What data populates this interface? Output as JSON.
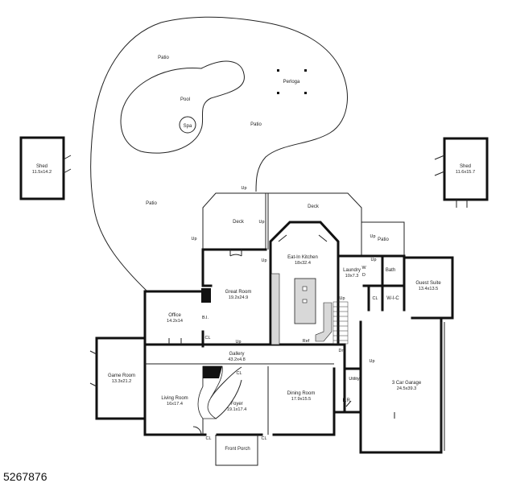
{
  "rooms": {
    "patio_top": "Patio",
    "pool": "Pool",
    "spa": "Spa",
    "pergola": "Perlogа",
    "patio_mid": "Patio",
    "patio_left": "Patio",
    "shed_left": {
      "name": "Shed",
      "dim": "11.5x14.2"
    },
    "shed_right": {
      "name": "Shed",
      "dim": "11.6x15.7"
    },
    "deck_left": "Deck",
    "deck_right": "Deck",
    "patio_right": "Patio",
    "kitchen": {
      "name": "Eat-In Kitchen",
      "dim": "18x32.4"
    },
    "laundry": {
      "name": "Laundry",
      "dim": "10x7.3"
    },
    "bath": "Bath",
    "guest_suite": {
      "name": "Guest Suite",
      "dim": "13.4x13.5"
    },
    "great_room": {
      "name": "Great Room",
      "dim": "19.2x24.9"
    },
    "office": {
      "name": "Office",
      "dim": "14.2x14"
    },
    "gallery": {
      "name": "Gallery",
      "dim": "43.2x4.8"
    },
    "game_room": {
      "name": "Game Room",
      "dim": "13.3x21.2"
    },
    "living_room": {
      "name": "Living Room",
      "dim": "16x17.4"
    },
    "foyer": {
      "name": "Foyer",
      "dim": "19.1x17.4"
    },
    "dining_room": {
      "name": "Dining Room",
      "dim": "17.9x15.5"
    },
    "garage": {
      "name": "3 Car Garage",
      "dim": "24.5x39.3"
    },
    "front_porch": "Front Porch",
    "wic": "W-I-C",
    "pr": "P.R.",
    "utility": "Utility"
  },
  "tags": {
    "up": "Up",
    "dn": "Dn",
    "cl": "CL",
    "ref": "Ref",
    "w": "W",
    "d": "D",
    "bi": "B.I."
  },
  "listing_number": "5267876"
}
